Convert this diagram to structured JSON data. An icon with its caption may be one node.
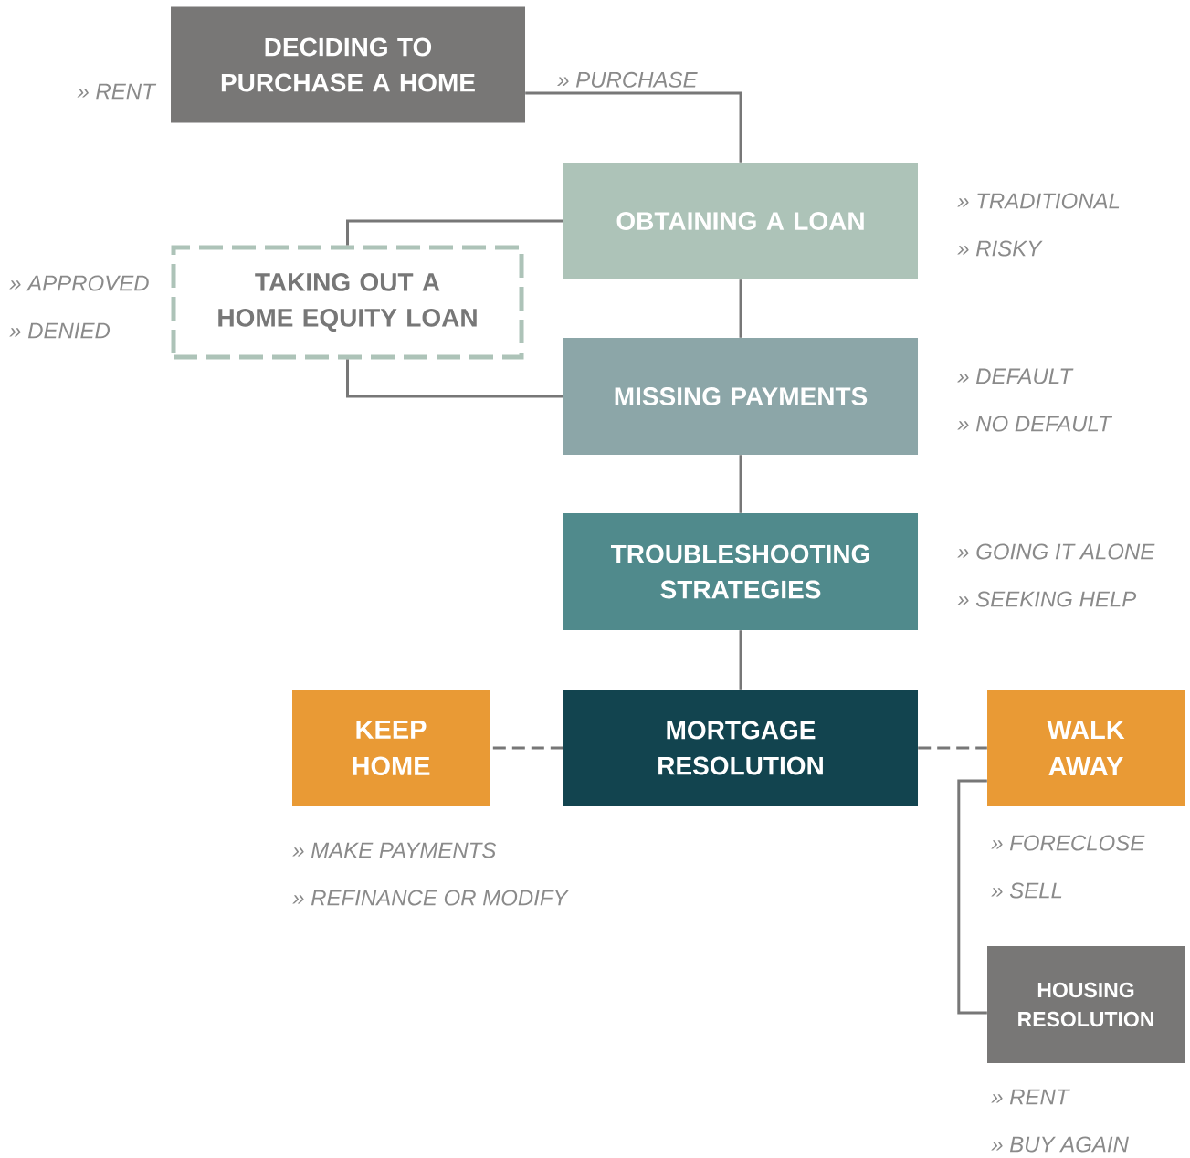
{
  "diagram": {
    "nodes": [
      {
        "text": [
          "DECIDING TO PURCHASE A HOME"
        ],
        "beside": [
          "» RENT"
        ]
      },
      {
        "text": [
          "OBTAINING A LOAN"
        ],
        "beside": [
          "» TRADITIONAL",
          "» RISKY"
        ]
      },
      {
        "text": [
          "TAKING OUT A HOME EQUITY LOAN"
        ],
        "beside": [
          "» APPROVED",
          "» DENIED"
        ]
      },
      {
        "text": [
          "MISSING PAYMENTS"
        ],
        "beside": [
          "» DEFAULT",
          "» NO DEFAULT"
        ]
      },
      {
        "text": [
          "TROUBLESHOOTING STRATEGIES"
        ],
        "beside": [
          "» GOING IT ALONE",
          "» SEEKING HELP"
        ]
      },
      {
        "text": [
          "KEEP HOME"
        ],
        "beside": [
          "» MAKE PAYMENTS",
          "» REFINANCE OR MODIFY"
        ]
      },
      {
        "text": [
          "MORTGAGE RESOLUTION"
        ]
      },
      {
        "text": [
          "WALK AWAY"
        ],
        "beside": [
          "» FORECLOSE",
          "» SELL"
        ]
      },
      {
        "text": [
          "HOUSING RESOLUTION"
        ],
        "beside": [
          "» RENT",
          "» BUY AGAIN"
        ]
      }
    ],
    "edges": [
      {
        "from": 0,
        "to": 1,
        "arrow": "none",
        "label": "» PURCHASE"
      },
      {
        "from": 1,
        "to": 2,
        "arrow": "none"
      },
      {
        "from": 1,
        "to": 3,
        "arrow": "none"
      },
      {
        "from": 2,
        "to": 3,
        "arrow": "none"
      },
      {
        "from": 3,
        "to": 4,
        "arrow": "none"
      },
      {
        "from": 4,
        "to": 6,
        "arrow": "none"
      },
      {
        "from": 6,
        "to": 5,
        "arrow": "none",
        "style": "dashed"
      },
      {
        "from": 6,
        "to": 7,
        "arrow": "none",
        "style": "dashed"
      },
      {
        "from": 7,
        "to": 8,
        "arrow": "none"
      }
    ]
  }
}
